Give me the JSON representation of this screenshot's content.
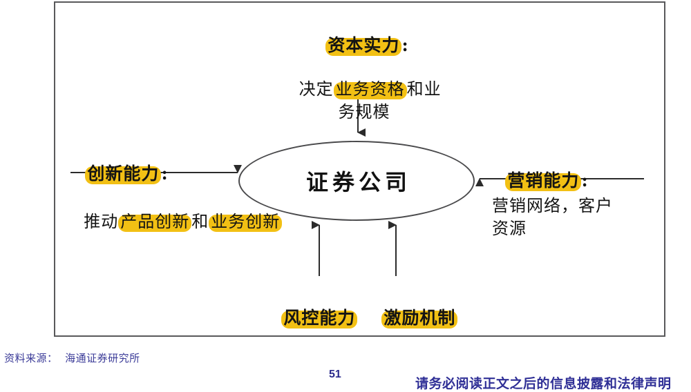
{
  "figure": {
    "central_node": {
      "label": "证券公司"
    },
    "drivers": {
      "capital": {
        "title": "资本实力:",
        "title_highlight": "资本实力",
        "desc_pre": "决定",
        "desc_highlight": "业务资格",
        "desc_post": "和业\n务规模",
        "direction": "down"
      },
      "innovation": {
        "title": "创新能力:",
        "title_highlight": "创新能力",
        "desc_pre": "推动",
        "desc_highlight_1": "产品创新",
        "desc_mid": "和",
        "desc_highlight_2": "业务创新",
        "direction": "right"
      },
      "marketing": {
        "title": "营销能力:",
        "title_highlight": "营销能力",
        "desc": "营销网络，客户\n资源",
        "direction": "left"
      },
      "risk_control": {
        "title": "风控能力",
        "direction": "up"
      },
      "incentive": {
        "title": "激励机制",
        "direction": "up"
      }
    }
  },
  "footer": {
    "source_label": "资料来源：",
    "source_value": "海通证券研究所",
    "page_number": "51",
    "disclaimer": "请务必阅读正文之后的信息披露和法律声明"
  },
  "colors": {
    "highlight": "#f2c014",
    "frame_stroke": "#58585a",
    "connector_stroke": "#2b2b2b",
    "footer_text": "#3b3b98",
    "disclaimer_text": "#2f2f96",
    "ink": "#141414"
  }
}
